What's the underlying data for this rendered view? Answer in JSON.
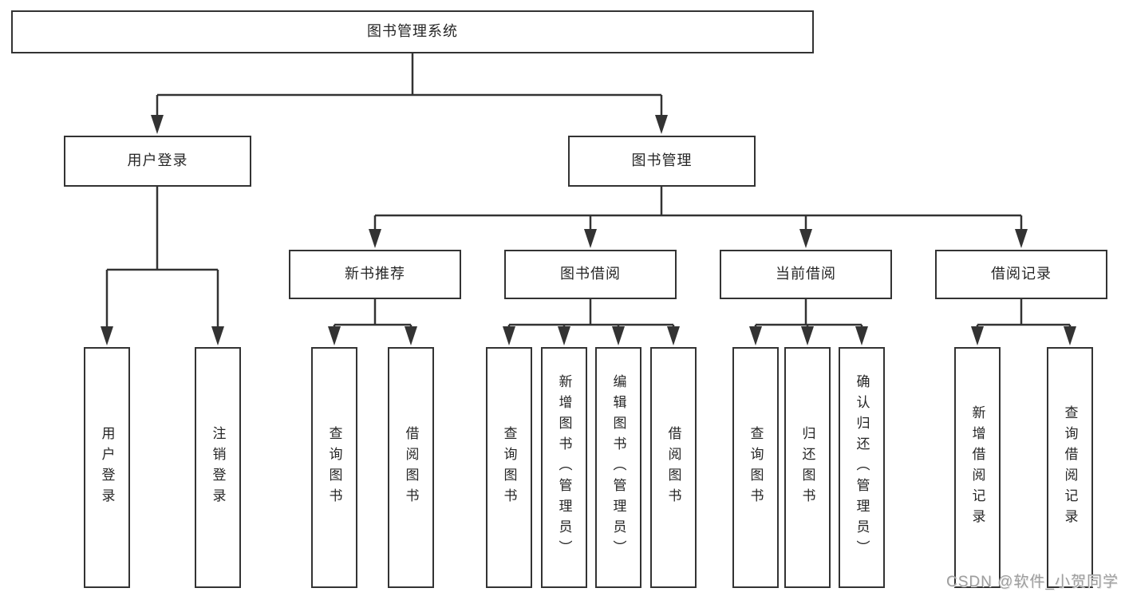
{
  "tree": {
    "root": "图书管理系统",
    "login_branch": {
      "label": "用户登录",
      "children": [
        "用户登录",
        "注销登录"
      ]
    },
    "mgmt_branch": {
      "label": "图书管理",
      "sections": [
        {
          "label": "新书推荐",
          "children": [
            "查询图书",
            "借阅图书"
          ]
        },
        {
          "label": "图书借阅",
          "children": [
            "查询图书",
            "新增图书（管理员）",
            "编辑图书（管理员）",
            "借阅图书"
          ]
        },
        {
          "label": "当前借阅",
          "children": [
            "查询图书",
            "归还图书",
            "确认归还（管理员）"
          ]
        },
        {
          "label": "借阅记录",
          "children": [
            "新增借阅记录",
            "查询借阅记录"
          ]
        }
      ]
    }
  },
  "watermark": "CSDN @软件_小贺同学",
  "colors": {
    "line": "#333333",
    "text": "#262626",
    "watermark": "#9e9e9e",
    "background": "#ffffff"
  }
}
